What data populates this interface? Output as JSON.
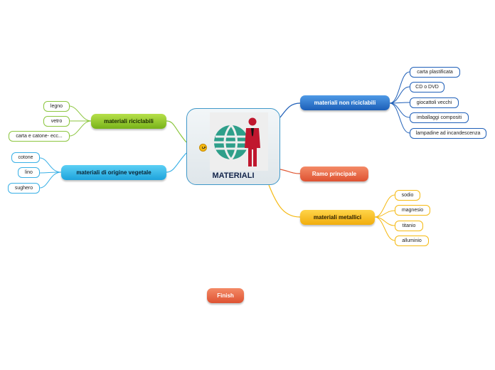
{
  "center": {
    "title": "MATERIALI",
    "icon": "globe-businessman-icon"
  },
  "branches": {
    "riciclabili": {
      "label": "materiali riciclabili",
      "color": "#8cc63f",
      "items": [
        "legno",
        "vetro",
        "carta e catone- ecc..."
      ]
    },
    "vegetale": {
      "label": "materiali di origine vegetale",
      "color": "#39b0e6",
      "items": [
        "cotone",
        "lino",
        "sughero"
      ]
    },
    "non_riciclabili": {
      "label": "materiali non riciclabili",
      "color": "#1f5fb8",
      "items": [
        "carta plastificata",
        "CD o DVD",
        "giocattoli vecchi",
        "imballaggi compositi",
        "lampadine ad incandescenza"
      ]
    },
    "ramo": {
      "label": "Ramo principale",
      "color": "#e15a36"
    },
    "metallici": {
      "label": "materiali metallici",
      "color": "#f5b912",
      "items": [
        "sodio",
        "magnesio",
        "titanio",
        "alluminio"
      ]
    }
  },
  "finish": {
    "label": "Finish",
    "color": "#e15a36"
  }
}
